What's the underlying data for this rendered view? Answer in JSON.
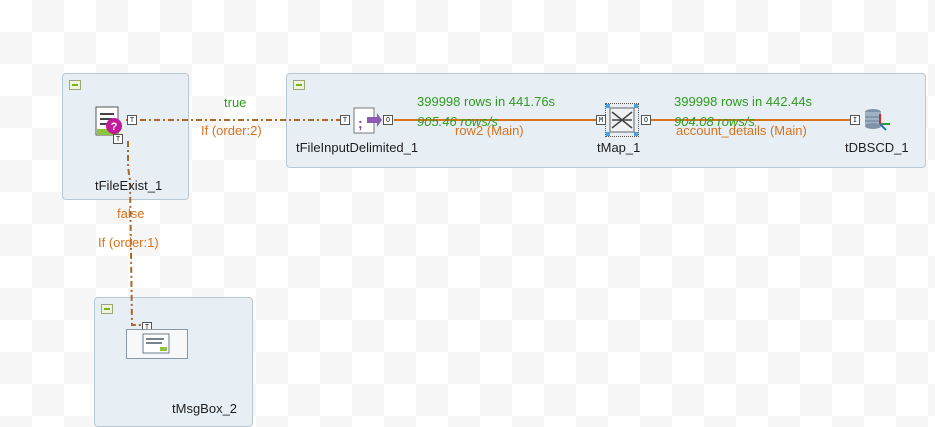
{
  "subjobs": {
    "file_exist": {
      "component": "tFileExist_1"
    },
    "main": {
      "components": [
        "tFileInputDelimited_1",
        "tMap_1",
        "tDBSCD_1"
      ]
    },
    "msgbox": {
      "component": "tMsgBox_2"
    }
  },
  "connections": {
    "if_true": {
      "label": "true",
      "condition": "If (order:2)"
    },
    "if_false": {
      "label": "false",
      "condition": "If (order:1)"
    },
    "row2": {
      "stats_rows": "399998 rows in 441.76s",
      "stats_rate": "905.46 rows/s",
      "name": "row2 (Main)"
    },
    "account_details": {
      "stats_rows": "399998 rows in 442.44s",
      "stats_rate": "904.08 rows/s",
      "name": "account_details (Main)"
    }
  },
  "ports": {
    "trigger": "T",
    "output": "O",
    "map_input": "M",
    "input": "I"
  },
  "colors": {
    "subjob_bg": "#e7eff4",
    "stats_green": "#2f9b1f",
    "link_orange": "#d7731f"
  }
}
